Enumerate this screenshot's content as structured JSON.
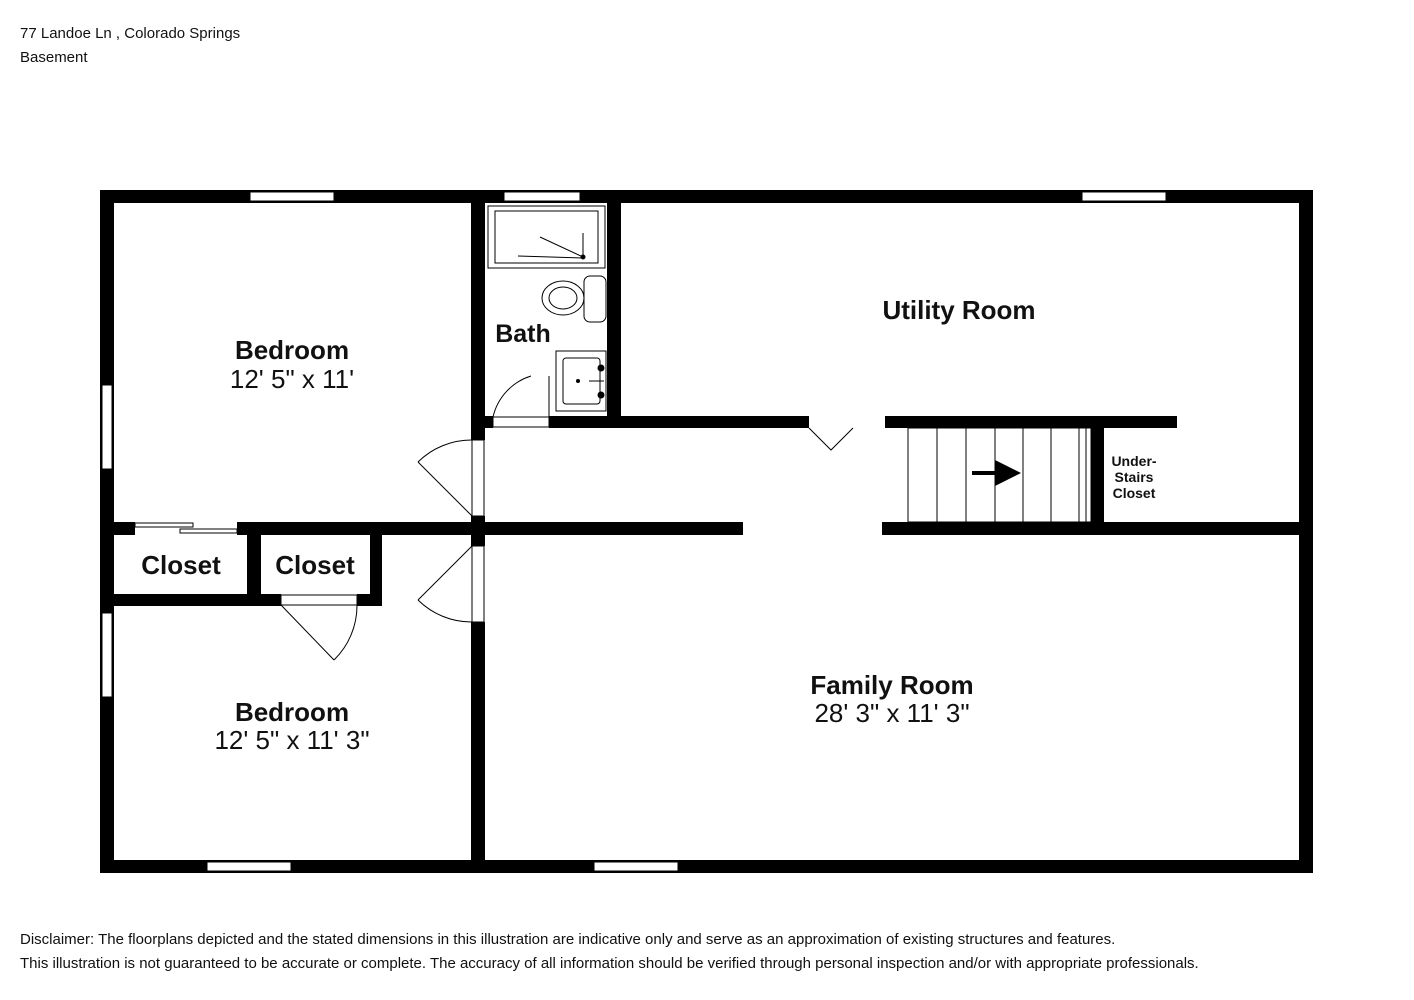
{
  "header": {
    "address": "77 Landoe Ln , Colorado Springs",
    "level": "Basement"
  },
  "rooms": {
    "bedroom_top": {
      "name": "Bedroom",
      "dims": "12' 5\" x 11'"
    },
    "bath": {
      "name": "Bath"
    },
    "utility": {
      "name": "Utility Room"
    },
    "closet_left": {
      "name": "Closet"
    },
    "closet_right": {
      "name": "Closet"
    },
    "bedroom_bottom": {
      "name": "Bedroom",
      "dims": "12' 5\" x 11' 3\""
    },
    "family": {
      "name": "Family Room",
      "dims": "28' 3\" x 11' 3\""
    },
    "under_stairs": {
      "line1": "Under-",
      "line2": "Stairs",
      "line3": "Closet"
    }
  },
  "disclaimer": {
    "line1": "Disclaimer: The floorplans depicted and the stated dimensions in this illustration are indicative only and serve as an approximation of existing structures and features.",
    "line2": "This illustration is not guaranteed to be accurate or complete. The accuracy of all information should be verified through personal inspection and/or with appropriate professionals."
  },
  "colors": {
    "wall": "#000000",
    "background": "#ffffff"
  },
  "icons": [
    "shower-icon",
    "toilet-icon",
    "sink-icon",
    "stairs-arrow-icon"
  ]
}
